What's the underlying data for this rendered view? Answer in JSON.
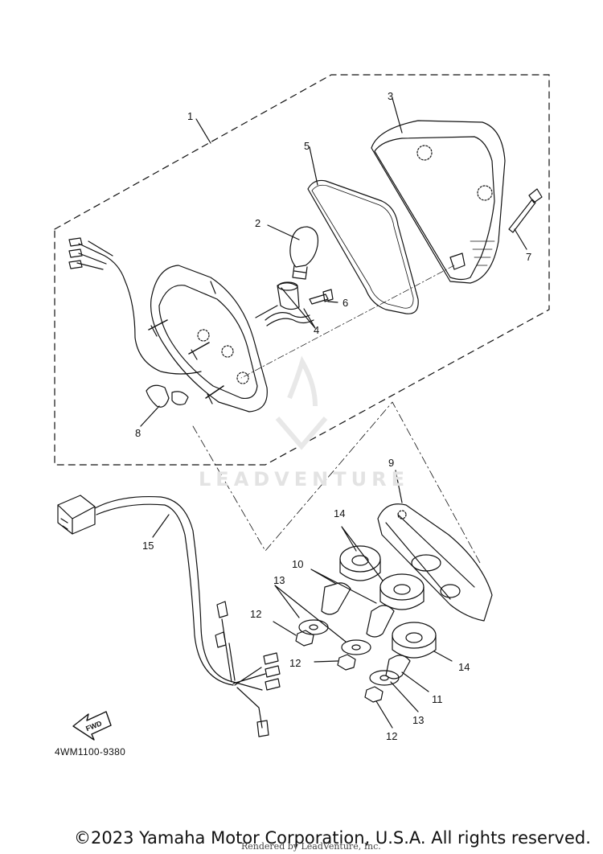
{
  "diagram": {
    "part_code": "4WM1100-9380",
    "fwd_label": "FWD",
    "copyright": "©2023 Yamaha Motor Corporation, U.S.A. All rights reserved.",
    "rendered_by": "Rendered by LeadVenture, Inc.",
    "watermark": "LEADVENTURE",
    "callouts": {
      "c1": "1",
      "c2": "2",
      "c3": "3",
      "c4": "4",
      "c5": "5",
      "c6": "6",
      "c7": "7",
      "c8": "8",
      "c9": "9",
      "c10": "10",
      "c11": "11",
      "c12a": "12",
      "c12b": "12",
      "c12c": "12",
      "c13a": "13",
      "c13b": "13",
      "c14a": "14",
      "c14b": "14",
      "c15": "15"
    }
  }
}
